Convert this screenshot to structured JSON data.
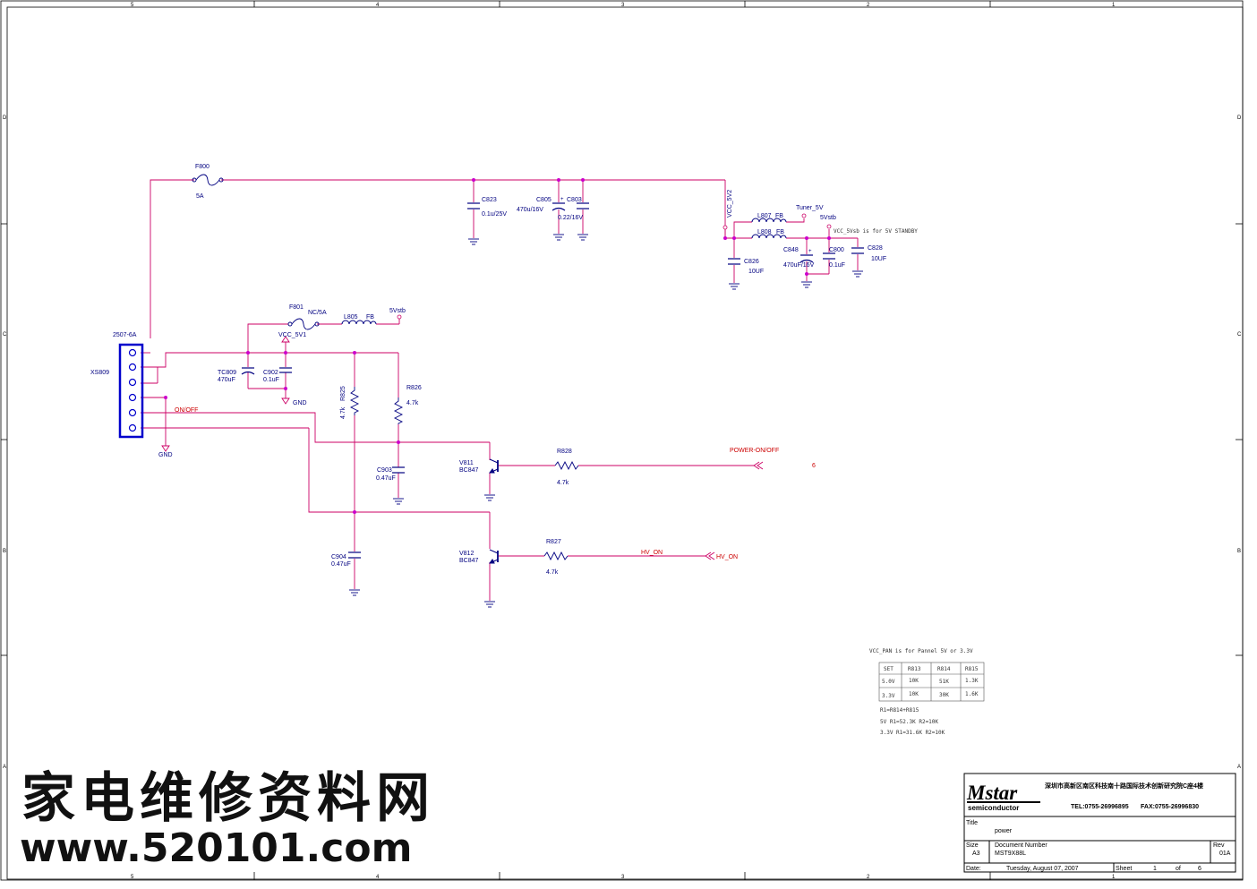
{
  "border": {
    "columns": [
      "5",
      "4",
      "3",
      "2",
      "1"
    ],
    "rows": [
      "D",
      "C",
      "B",
      "A"
    ]
  },
  "components": {
    "f800": {
      "ref": "F800",
      "value": "5A"
    },
    "f801": {
      "ref": "F801",
      "value": "NC/5A"
    },
    "l805": {
      "ref": "L805",
      "value": "FB"
    },
    "l807": {
      "ref": "L807",
      "value": "FB"
    },
    "l808": {
      "ref": "L808",
      "value": "FB"
    },
    "c823": {
      "ref": "C823",
      "value": "0.1u/25V"
    },
    "c805": {
      "ref": "C805",
      "value": "470u/16V"
    },
    "c803": {
      "ref": "C803",
      "value": "0.22/16V"
    },
    "c826": {
      "ref": "C826",
      "value": "10UF"
    },
    "c848": {
      "ref": "C848",
      "value": "470uF/16V"
    },
    "c800": {
      "ref": "C800",
      "value": "0.1uF"
    },
    "c828": {
      "ref": "C828",
      "value": "10UF"
    },
    "tc809": {
      "ref": "TC809",
      "value": "470uF"
    },
    "c902": {
      "ref": "C902",
      "value": "0.1uF"
    },
    "r825": {
      "ref": "R825",
      "value": "4.7k"
    },
    "r826": {
      "ref": "R826",
      "value": "4.7k"
    },
    "c903": {
      "ref": "C903",
      "value": "0.47uF"
    },
    "c904": {
      "ref": "C904",
      "value": "0.47uF"
    },
    "v811": {
      "ref": "V811",
      "value": "BC847"
    },
    "v812": {
      "ref": "V812",
      "value": "BC847"
    },
    "r828": {
      "ref": "R828",
      "value": "4.7k"
    },
    "r827": {
      "ref": "R827",
      "value": "4.7k"
    },
    "xs809": {
      "ref": "XS809",
      "value": "2507-6A"
    }
  },
  "nets": {
    "vcc_5v2": "VCC_5V2",
    "tuner_5v": "Tuner_5V",
    "five_vstb": "5Vstb",
    "five_vstb_top": "5Vstb",
    "vcc_5v1": "VCC_5V1",
    "gnd_c902": "GND",
    "gnd_conn": "GND",
    "on_off": "ON/OFF",
    "power_on_off": "POWER-ON/OFF",
    "power_sheet_ref": "6",
    "hv_on_wire": "HV_ON",
    "hv_on_port": "HV_ON"
  },
  "notes": {
    "standby": "VCC_5Vsb is for  5V STANDBY",
    "fan_title": "VCC_PAN is for Pannel 5V or 3.3V",
    "table": {
      "headers": [
        "SET",
        "R813",
        "R814",
        "R815"
      ],
      "rows": [
        [
          "5.0V",
          "10K",
          "51K",
          "1.3K"
        ],
        [
          "3.3V",
          "10K",
          "30K",
          "1.6K"
        ]
      ]
    },
    "formula1": "R1=R814+R815",
    "formula2": "5V R1=52.3K  R2=10K",
    "formula3": "3.3V R1=31.6K   R2=10K"
  },
  "title_block": {
    "logo_main": "Mstar",
    "logo_sub": "semiconductor",
    "address": "深圳市高新区南区科技南十路国际技术创新研究院C座4楼",
    "tel": "TEL:0755-26996895",
    "fax": "FAX:0755-26996830",
    "title_label": "Title",
    "title_value": "power",
    "size_label": "Size",
    "size_value": "A3",
    "docnum_label": "Document Number",
    "docnum_value": "MST9X88L",
    "rev_label": "Rev",
    "rev_value": "01A",
    "date_label": "Date:",
    "date_value": "Tuesday, August 07, 2007",
    "sheet_label": "Sheet",
    "sheet_value": "1",
    "of_label": "of",
    "of_value": "6"
  },
  "watermark": {
    "line1": "家电维修资料网",
    "line2": "www.520101.com"
  },
  "colors": {
    "wire": "#cc0066",
    "part": "#000080",
    "net_red": "#cc0000",
    "junction": "#cc00cc",
    "connector": "#0000cc"
  }
}
